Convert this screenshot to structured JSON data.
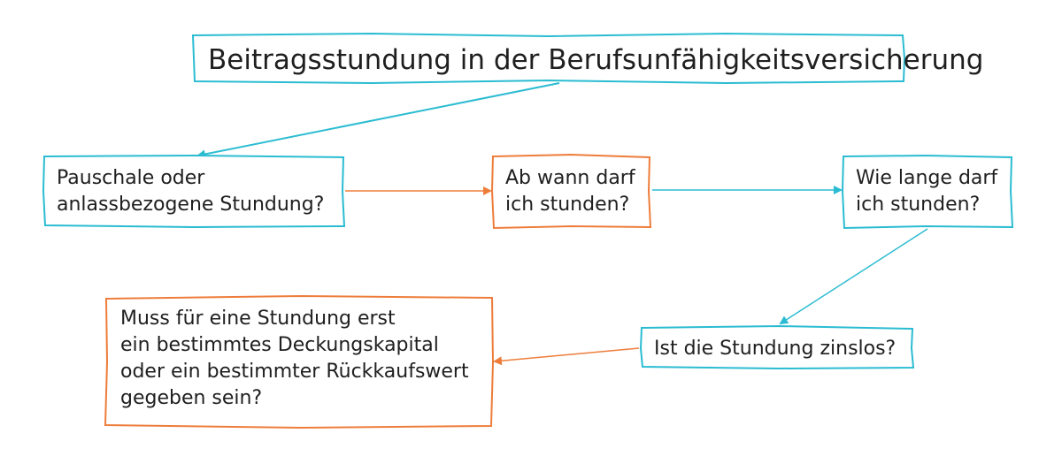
{
  "diagram": {
    "title": "Beitragsstundung in der Berufsunfähigkeitsversicherung",
    "nodes": {
      "pauschale": {
        "line1": "Pauschale oder",
        "line2": "anlassbezogene Stundung?"
      },
      "ab_wann": {
        "line1": "Ab wann darf",
        "line2": "ich stunden?"
      },
      "wie_lange": {
        "line1": "Wie lange darf",
        "line2": "ich stunden?"
      },
      "zinslos": {
        "line1": "Ist die Stundung zinslos?"
      },
      "deckungskapital": {
        "line1": "Muss für eine Stundung erst",
        "line2": "ein bestimmtes Deckungskapital",
        "line3": "oder ein bestimmter Rückkaufswert",
        "line4": "gegeben sein?"
      }
    }
  },
  "colors": {
    "teal": "#2bbcd2",
    "orange": "#ee7d3b",
    "text": "#1f1f1f"
  }
}
